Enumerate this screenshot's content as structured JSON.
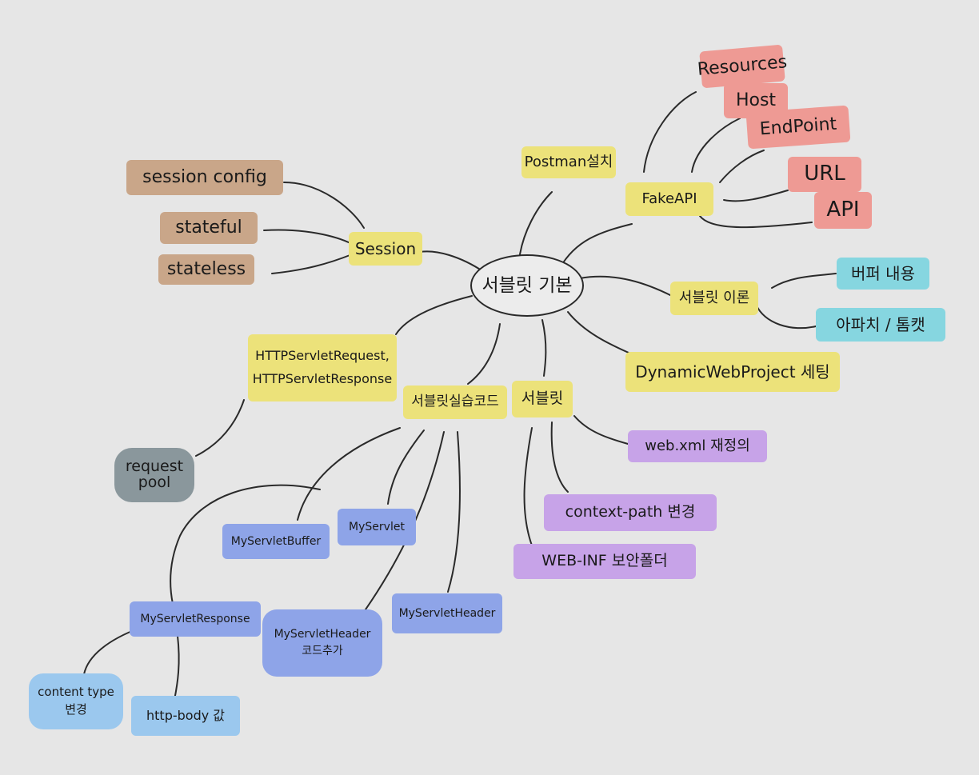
{
  "colors": {
    "background": "#e6e6e6",
    "yellow": "#ece27a",
    "tan": "#c9a689",
    "red": "#ee9a94",
    "cyan": "#86d6e0",
    "purple": "#c7a3e8",
    "blue": "#8ea4e8",
    "light_blue": "#9bc8ee",
    "gray": "#8a979c",
    "line": "#2a2a2a"
  },
  "center": {
    "label": "서블릿 기본"
  },
  "nodes": {
    "postman": "Postman설치",
    "fakeapi": "FakeAPI",
    "resources": "Resources",
    "host": "Host",
    "endpoint": "EndPoint",
    "url": "URL",
    "api": "API",
    "session": "Session",
    "session_config": "session config",
    "stateful": "stateful",
    "stateless": "stateless",
    "servlet_theory": "서블릿 이론",
    "buffer_content": "버퍼 내용",
    "apache_tomcat": "아파치 / 톰캣",
    "dynamic_web": "DynamicWebProject 세팅",
    "http_req_1": "HTTPServletRequest,",
    "http_req_2": "HTTPServletResponse",
    "request_pool_1": "request",
    "request_pool_2": "pool",
    "servlet_code": "서블릿실습코드",
    "servlet": "서블릿",
    "webxml": "web.xml 재정의",
    "context_path": "context-path 변경",
    "webinf": "WEB-INF 보안폴더",
    "myservlet_buffer": "MyServletBuffer",
    "myservlet": "MyServlet",
    "myservlet_response": "MyServletResponse",
    "myservlet_header_code_1": "MyServletHeader",
    "myservlet_header_code_2": "코드추가",
    "myservlet_header": "MyServletHeader",
    "content_type_1": "content type",
    "content_type_2": "변경",
    "http_body": "http-body 값"
  }
}
